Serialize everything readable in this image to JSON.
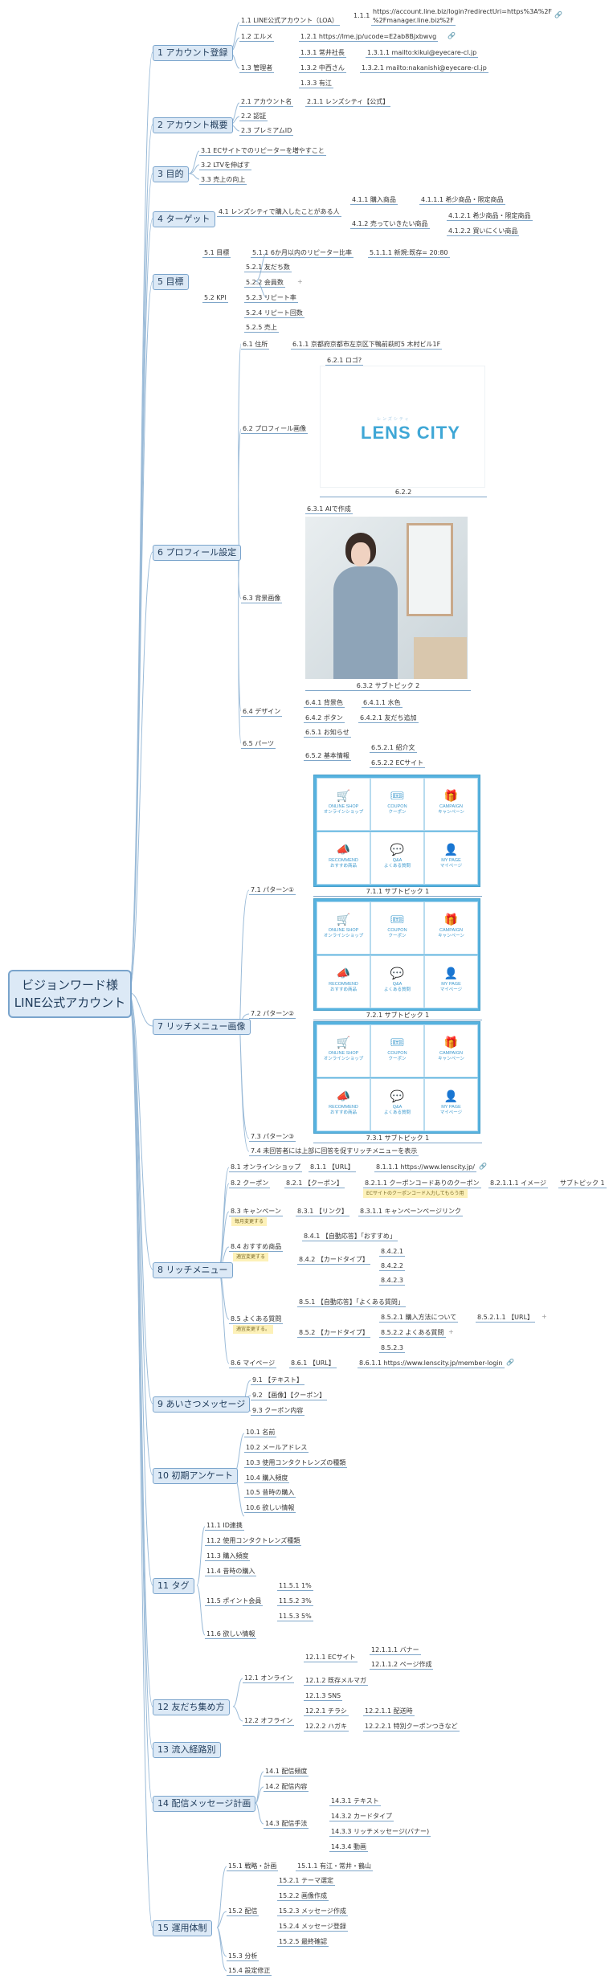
{
  "root": {
    "line1": "ビジョンワード様",
    "line2": "LINE公式アカウント"
  },
  "s1": {
    "title": "1 アカウント登録",
    "n11": "1.1 LINE公式アカウント（LOA）",
    "n111": "1.1.1",
    "n111_url1": "https://account.line.biz/login?redirectUri=https%3A%2F",
    "n111_url2": "%2Fmanager.line.biz%2F",
    "n12": "1.2 エルメ",
    "n121": "1.2.1 https://lme.jp/ucode=E2ab8Bjxbwvg",
    "n13": "1.3 管理者",
    "n131": "1.3.1 常井社長",
    "n1311": "1.3.1.1 mailto:kikui@eyecare-cl.jp",
    "n132": "1.3.2 中西さん",
    "n1321": "1.3.2.1 mailto:nakanishi@eyecare-cl.jp",
    "n133": "1.3.3 有江"
  },
  "s2": {
    "title": "2 アカウント概要",
    "n21": "2.1 アカウント名",
    "n211": "2.1.1 レンズシティ【公式】",
    "n22": "2.2 認証",
    "n23": "2.3 プレミアムID"
  },
  "s3": {
    "title": "3 目的",
    "n31": "3.1 ECサイトでのリピーターを増やすこと",
    "n32": "3.2 LTVを伸ばす",
    "n33": "3.3 売上の向上"
  },
  "s4": {
    "title": "4 ターゲット",
    "n41": "4.1 レンズシティで購入したことがある人",
    "n411": "4.1.1 購入商品",
    "n4111": "4.1.1.1 希少商品・限定商品",
    "n412": "4.1.2 売っていきたい商品",
    "n4121": "4.1.2.1 希少商品・限定商品",
    "n4122": "4.1.2.2 買いにくい商品"
  },
  "s5": {
    "title": "5 目標",
    "n51": "5.1 目標",
    "n511": "5.1.1 6か月以内のリピーター比率",
    "n5111": "5.1.1.1 新規:既存= 20:80",
    "n52": "5.2 KPI",
    "n521": "5.2.1 友だち数",
    "n522": "5.2.2 会員数",
    "n523": "5.2.3 リピート率",
    "n524": "5.2.4 リピート回数",
    "n525": "5.2.5 売上"
  },
  "s6": {
    "title": "6 プロフィール設定",
    "n61": "6.1 住所",
    "n611": "6.1.1 京都府京都市左京区下鴨前萩町5 木村ビル1F",
    "n62": "6.2 プロフィール画像",
    "n621": "6.2.1 ロゴ?",
    "n622": "6.2.2",
    "logo": "LENS CITY",
    "logo_sub": "レンズシティ",
    "n63": "6.3 背景画像",
    "n631": "6.3.1 AIで作成",
    "n632": "6.3.2 サブトピック 2",
    "n64": "6.4 デザイン",
    "n641": "6.4.1 背景色",
    "n6411": "6.4.1.1 水色",
    "n642": "6.4.2 ボタン",
    "n6421": "6.4.2.1 友だち追加",
    "n65": "6.5 パーツ",
    "n651": "6.5.1 お知らせ",
    "n652": "6.5.2 基本情報",
    "n6521": "6.5.2.1 紹介文",
    "n6522": "6.5.2.2 ECサイト"
  },
  "s7": {
    "title": "7 リッチメニュー画像",
    "n71": "7.1 パターン①",
    "n711": "7.1.1 サブトピック 1",
    "n72": "7.2 パターン②",
    "n721": "7.2.1 サブトピック 1",
    "n73": "7.3 パターン③",
    "n731": "7.3.1 サブトピック 1",
    "n74": "7.4 未回答者には上部に回答を促すリッチメニューを表示",
    "cells": [
      {
        "en": "ONLINE SHOP",
        "jp": "オンラインショップ",
        "icon": "cart-icon",
        "glyph": "🛒"
      },
      {
        "en": "COUPON",
        "jp": "クーポン",
        "icon": "ticket-icon",
        "glyph": "🎟"
      },
      {
        "en": "CAMPAIGN",
        "jp": "キャンペーン",
        "icon": "gift-icon",
        "glyph": "🎁"
      },
      {
        "en": "RECOMMEND",
        "jp": "おすすめ商品",
        "icon": "megaphone-icon",
        "glyph": "📣"
      },
      {
        "en": "Q&A",
        "jp": "よくある質問",
        "icon": "chat-icon",
        "glyph": "💬"
      },
      {
        "en": "MY PAGE",
        "jp": "マイページ",
        "icon": "user-icon",
        "glyph": "👤"
      }
    ]
  },
  "s8": {
    "title": "8 リッチメニュー",
    "n81": "8.1 オンラインショップ",
    "n811": "8.1.1 【URL】",
    "n8111": "8.1.1.1 https://www.lenscity.jp/",
    "n82": "8.2 クーポン",
    "n821": "8.2.1 【クーポン】",
    "n8211": "8.2.1.1 クーポンコードありのクーポン",
    "n82111": "8.2.1.1.1 イメージ",
    "n82_sub": "サブトピック 1",
    "n82_note": "ECサイトのクーポンコード入力してもらう用",
    "n83": "8.3 キャンペーン",
    "n831": "8.3.1 【リンク】",
    "n8311": "8.3.1.1 キャンペーンページリンク",
    "n83_note": "毎月変更する",
    "n84": "8.4 おすすめ商品",
    "n84_note": "適宜変更する",
    "n841": "8.4.1 【自動応答】「おすすめ」",
    "n842": "8.4.2 【カードタイプ】",
    "n8421": "8.4.2.1",
    "n8422": "8.4.2.2",
    "n8423": "8.4.2.3",
    "n85": "8.5 よくある質問",
    "n85_note": "適宜変更する。",
    "n851": "8.5.1 【自動応答】「よくある質問」",
    "n852": "8.5.2 【カードタイプ】",
    "n8521": "8.5.2.1 購入方法について",
    "n85211": "8.5.2.1.1 【URL】",
    "n8522": "8.5.2.2 よくある質問",
    "n8523": "8.5.2.3",
    "n86": "8.6 マイページ",
    "n861": "8.6.1 【URL】",
    "n8611": "8.6.1.1 https://www.lenscity.jp/member-login"
  },
  "s9": {
    "title": "9 あいさつメッセージ",
    "n91": "9.1 【テキスト】",
    "n92": "9.2 【画像】【クーポン】",
    "n93": "9.3 クーポン内容"
  },
  "s10": {
    "title": "10 初期アンケート",
    "n101": "10.1 名前",
    "n102": "10.2 メールアドレス",
    "n103": "10.3 使用コンタクトレンズの種類",
    "n104": "10.4 購入頻度",
    "n105": "10.5 昔時の購入",
    "n106": "10.6 欲しい情報"
  },
  "s11": {
    "title": "11 タグ",
    "n111": "11.1 ID連携",
    "n112": "11.2 使用コンタクトレンズ種類",
    "n113": "11.3 購入頻度",
    "n114": "11.4 昔時の購入",
    "n115": "11.5 ポイント会員",
    "n1151": "11.5.1 1%",
    "n1152": "11.5.2 3%",
    "n1153": "11.5.3 5%",
    "n116": "11.6 欲しい情報"
  },
  "s12": {
    "title": "12 友だち集め方",
    "n121": "12.1 オンライン",
    "n1211": "12.1.1 ECサイト",
    "n12111": "12.1.1.1 バナー",
    "n12112": "12.1.1.2 ページ作成",
    "n1212": "12.1.2 既存メルマガ",
    "n1213": "12.1.3 SNS",
    "n122": "12.2 オフライン",
    "n1221": "12.2.1 チラシ",
    "n12211": "12.2.1.1 配送時",
    "n1222": "12.2.2 ハガキ",
    "n12221": "12.2.2.1 特別クーポンつきなど"
  },
  "s13": {
    "title": "13 流入経路別"
  },
  "s14": {
    "title": "14 配信メッセージ計画",
    "n141": "14.1 配信頻度",
    "n142": "14.2 配信内容",
    "n143": "14.3 配信手法",
    "n1431": "14.3.1 テキスト",
    "n1432": "14.3.2 カードタイプ",
    "n1433": "14.3.3 リッチメッセージ(バナー)",
    "n1434": "14.3.4 動画"
  },
  "s15": {
    "title": "15 運用体制",
    "n151": "15.1 戦略・計画",
    "n1511": "15.1.1 有江・常井・鶴山",
    "n152": "15.2 配信",
    "n1521": "15.2.1 テーマ選定",
    "n1522": "15.2.2 画像作成",
    "n1523": "15.2.3 メッセージ作成",
    "n1524": "15.2.4 メッセージ登録",
    "n1525": "15.2.5 最終確認",
    "n153": "15.3 分析",
    "n154": "15.4 設定修正"
  },
  "icons": {
    "link": "link-icon",
    "plus": "plus-icon"
  },
  "colors": {
    "line": "#9bbbd8",
    "topic_bg": "#dce9f6",
    "topic_border": "#7aa4cc",
    "note_bg": "#fdf1b8",
    "rich_bg": "#56b2df"
  }
}
